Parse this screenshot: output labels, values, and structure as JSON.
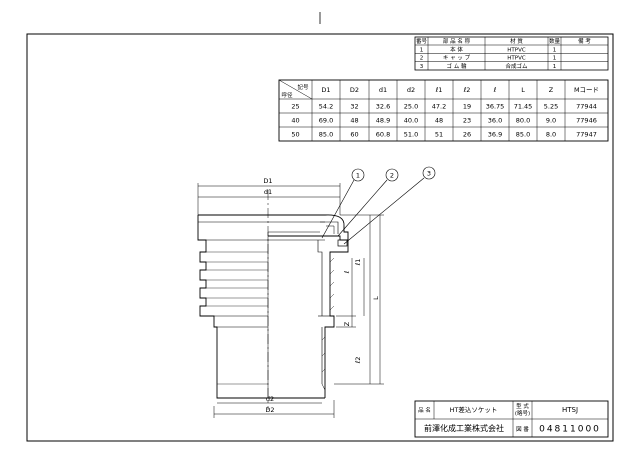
{
  "parts_table": {
    "headers": [
      "番号",
      "部 品 名 称",
      "材 質",
      "数量",
      "備 考"
    ],
    "rows": [
      [
        "1",
        "本 体",
        "HTPVC",
        "1",
        ""
      ],
      [
        "2",
        "キ ャ ッ プ",
        "HTPVC",
        "1",
        ""
      ],
      [
        "3",
        "ゴ ム 輪",
        "合成ゴム",
        "1",
        ""
      ]
    ]
  },
  "dim_table": {
    "corner_top": "記号",
    "corner_bottom": "呼径",
    "headers": [
      "D1",
      "D2",
      "d1",
      "d2",
      "ℓ1",
      "ℓ2",
      "ℓ",
      "L",
      "Z",
      "Mコード"
    ],
    "rows": [
      [
        "25",
        "54.2",
        "32",
        "32.6",
        "25.0",
        "47.2",
        "19",
        "36.75",
        "71.45",
        "5.25",
        "77944"
      ],
      [
        "40",
        "69.0",
        "48",
        "48.9",
        "40.0",
        "48",
        "23",
        "36.0",
        "80.0",
        "9.0",
        "77946"
      ],
      [
        "50",
        "85.0",
        "60",
        "60.8",
        "51.0",
        "51",
        "26",
        "36.9",
        "85.0",
        "8.0",
        "77947"
      ]
    ]
  },
  "drawing": {
    "dim_labels": {
      "D1": "D1",
      "d1": "d1",
      "d2": "d2",
      "D2": "D2",
      "l1": "ℓ1",
      "l": "ℓ",
      "L": "L",
      "Z": "Z",
      "l2": "ℓ2"
    },
    "callouts": [
      "1",
      "2",
      "3"
    ]
  },
  "title_block": {
    "name_label": "品 名",
    "name_value": "HT差込ソケット",
    "model_label_1": "型 式",
    "model_label_2": "(略号)",
    "model_value": "HTSJ",
    "company": "前澤化成工業株式会社",
    "drawing_no_label": "図 番",
    "drawing_no": "04811000"
  }
}
